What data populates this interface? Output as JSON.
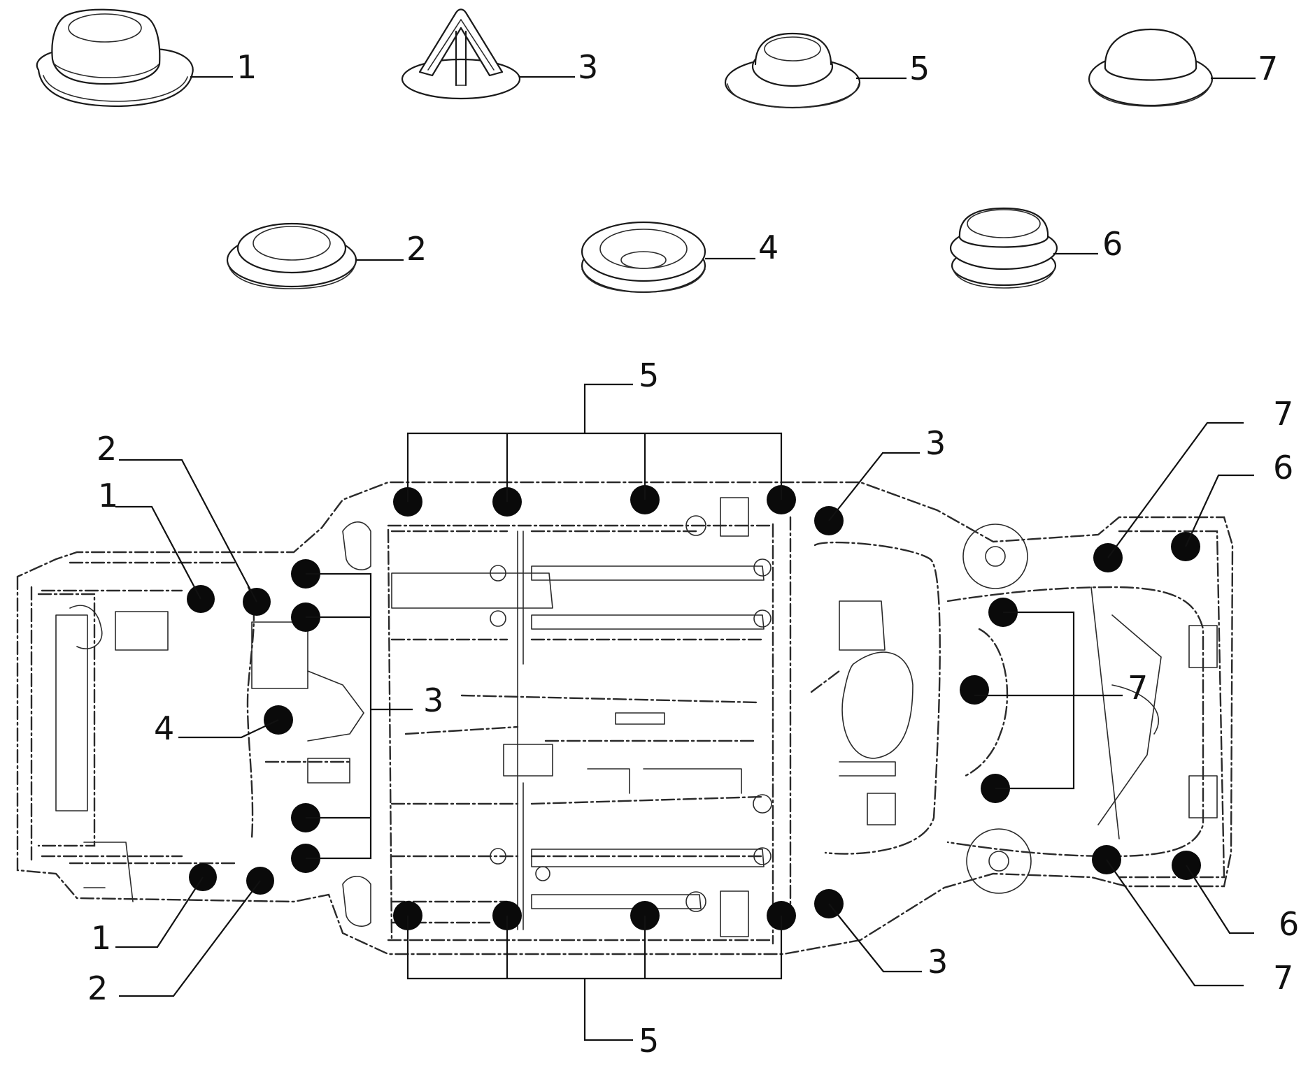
{
  "diagram": {
    "colors": {
      "ink": "#1a1a1a",
      "marker": "#0a0a0a",
      "background": "#ffffff"
    },
    "parts": [
      {
        "id": "1",
        "label": "1",
        "icon": "oval-plug-icon"
      },
      {
        "id": "2",
        "label": "2",
        "icon": "flat-round-plug-icon"
      },
      {
        "id": "3",
        "label": "3",
        "icon": "arrow-clip-icon"
      },
      {
        "id": "4",
        "label": "4",
        "icon": "cup-grommet-icon"
      },
      {
        "id": "5",
        "label": "5",
        "icon": "stepped-grommet-icon"
      },
      {
        "id": "6",
        "label": "6",
        "icon": "mushroom-plug-icon"
      },
      {
        "id": "7",
        "label": "7",
        "icon": "dome-plug-icon"
      }
    ],
    "callouts": {
      "top_5": "5",
      "bottom_5": "5",
      "left_2_top": "2",
      "left_1_top": "1",
      "left_3": "3",
      "left_4": "4",
      "left_1_bottom": "1",
      "left_2_bottom": "2",
      "mid_3_top": "3",
      "mid_3_bottom": "3",
      "right_7_top": "7",
      "right_6_top": "6",
      "right_7_mid": "7",
      "right_6_bottom": "6",
      "right_7_bottom": "7"
    },
    "view": "underbody-plan-icon"
  }
}
